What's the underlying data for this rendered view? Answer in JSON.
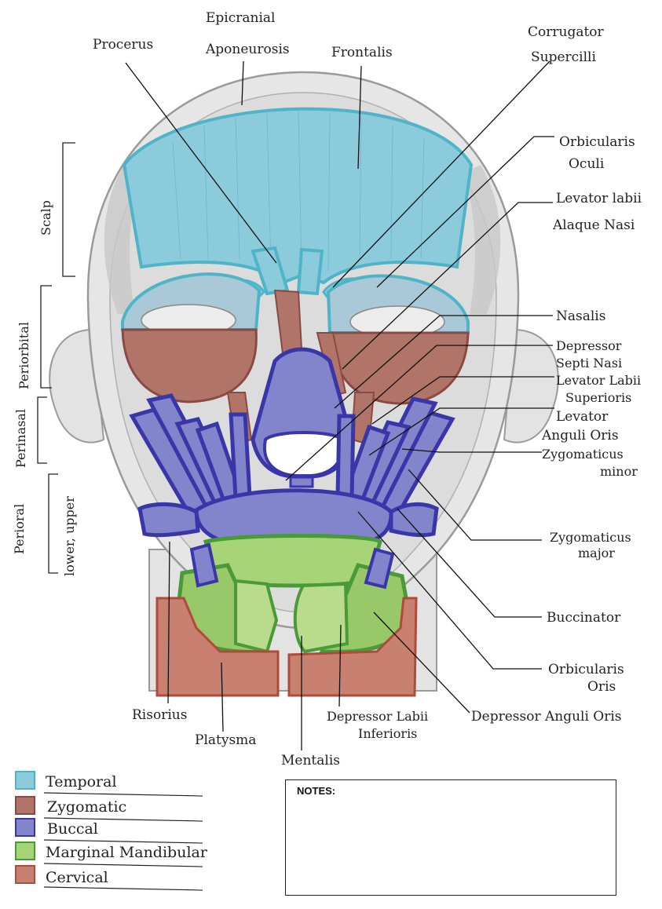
{
  "colors": {
    "temporal": "#7cc4d6",
    "zygomatic": "#a86458",
    "buccal": "#6a6cc4",
    "marginal_mandibular": "#8cc45a",
    "cervical": "#c0604a",
    "skin": "#e3e3e3",
    "outline": "#9a9a9a"
  },
  "labels": {
    "procerus": "Procerus",
    "epicranial_1": "Epicranial",
    "epicranial_2": "Aponeurosis",
    "frontalis": "Frontalis",
    "corrugator_1": "Corrugator",
    "corrugator_2": "Supercilli",
    "orbicularis_oculi_1": "Orbicularis",
    "orbicularis_oculi_2": "Oculi",
    "levator_alaque_1": "Levator labii",
    "levator_alaque_2": "Alaque Nasi",
    "nasalis": "Nasalis",
    "depressor_septi_1": "Depressor",
    "depressor_septi_2": "Septi Nasi",
    "levator_sup_1": "Levator Labii",
    "levator_sup_2": "Superioris",
    "levator_anguli_1": "Levator",
    "levator_anguli_2": "Anguli Oris",
    "zyg_minor_1": "Zygomaticus",
    "zyg_minor_2": "minor",
    "zyg_major_1": "Zygomaticus",
    "zyg_major_2": "major",
    "buccinator": "Buccinator",
    "orbicularis_oris_1": "Orbicularis",
    "orbicularis_oris_2": "Oris",
    "depressor_anguli": "Depressor Anguli Oris",
    "depressor_labii_1": "Depressor Labii",
    "depressor_labii_2": "Inferioris",
    "mentalis": "Mentalis",
    "platysma": "Platysma",
    "risorius": "Risorius"
  },
  "regions": {
    "scalp": "Scalp",
    "periorbital": "Periorbital",
    "perinasal": "Perinasal",
    "perioral": "Perioral",
    "perioral_sub": "lower, upper"
  },
  "legend": [
    {
      "label": "Temporal",
      "color": "#7cc4d6"
    },
    {
      "label": "Zygomatic",
      "color": "#a86458"
    },
    {
      "label": "Buccal",
      "color": "#6a6cc4"
    },
    {
      "label": "Marginal Mandibular",
      "color": "#8cc45a"
    },
    {
      "label": "Cervical",
      "color": "#c0604a"
    }
  ],
  "notes": {
    "title": "NOTES:"
  }
}
